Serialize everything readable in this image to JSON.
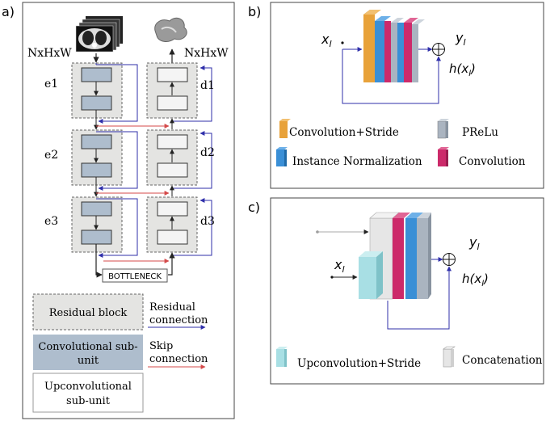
{
  "panel_a": {
    "label": "a)",
    "input_dims": "NxHxW",
    "output_dims": "NxHxW",
    "encoders": [
      "e1",
      "e2",
      "e3"
    ],
    "decoders": [
      "d1",
      "d2",
      "d3"
    ],
    "bottleneck": "BOTTLENECK",
    "legend": {
      "residual_block": "Residual block",
      "residual_connection": [
        "Residual",
        "connection"
      ],
      "conv_subunit": [
        "Convolutional sub-",
        "unit"
      ],
      "skip_connection": [
        "Skip",
        "connection"
      ],
      "upconv_subunit": [
        "Upconvolutional",
        "sub-unit"
      ]
    }
  },
  "panel_b": {
    "label": "b)",
    "input": "x",
    "input_sub": "l",
    "output": "y",
    "output_sub": "l",
    "h_label": "h(x",
    "h_sub": "l",
    "h_close": ")",
    "legend": {
      "conv_stride": "Convolution+Stride",
      "prelu": "PReLu",
      "instance_norm": "Instance Normalization",
      "convolution": "Convolution"
    }
  },
  "panel_c": {
    "label": "c)",
    "input": "x",
    "input_sub": "l",
    "output": "y",
    "output_sub": "l",
    "h_label": "h(x",
    "h_sub": "l",
    "h_close": ")",
    "legend": {
      "upconv_stride": "Upconvolution+Stride",
      "concatenation": "Concatenation"
    }
  },
  "colors": {
    "conv_stride": "#e8a23a",
    "instance_norm": "#3a8fd6",
    "prelu": "#aab4c0",
    "convolution": "#cc2a6a",
    "upconv": "#a8dfe4",
    "concat": "#e6e6e6",
    "residual_arrow": "#2f2faa",
    "skip_arrow": "#d44a4a",
    "block_bg": "#e4e4e2",
    "conv_unit": "#aebdcd"
  }
}
